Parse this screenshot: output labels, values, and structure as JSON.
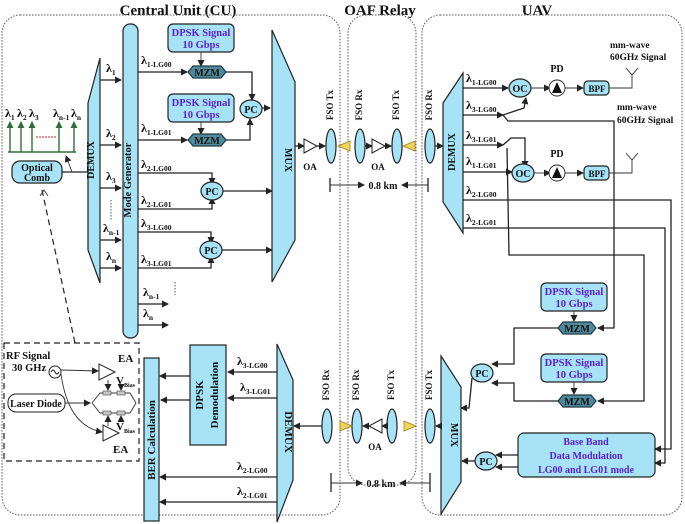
{
  "sections": {
    "cu": "Central Unit (CU)",
    "relay": "OAF Relay",
    "uav": "UAV"
  },
  "cu": {
    "optical_comb": [
      "Optical",
      "Comb"
    ],
    "comb_lines": [
      "λ1",
      "λ2",
      "λ3",
      "λn-1",
      "λn"
    ],
    "comb_labels": {
      "l1": "λ",
      "s1": "1",
      "l2": "λ",
      "s2": "2",
      "l3": "λ",
      "s3": "3",
      "ln1": "λ",
      "sn1": "n-1",
      "ln": "λ",
      "sn": "n"
    },
    "demux": "DEMUX",
    "mode_generator": "Mode Generator",
    "demux_out": [
      {
        "l": "λ",
        "s": "1"
      },
      {
        "l": "λ",
        "s": "2"
      },
      {
        "l": "λ",
        "s": "3"
      },
      {
        "l": "λ",
        "s": "n-1"
      },
      {
        "l": "λ",
        "s": "n"
      }
    ],
    "mg_out": [
      {
        "l": "λ",
        "s": "1-LG00"
      },
      {
        "l": "λ",
        "s": "1-LG01"
      },
      {
        "l": "λ",
        "s": "2-LG00"
      },
      {
        "l": "λ",
        "s": "2-LG01"
      },
      {
        "l": "λ",
        "s": "3-LG00"
      },
      {
        "l": "λ",
        "s": "3-LG01"
      },
      {
        "l": "λ",
        "s": "n-1"
      },
      {
        "l": "λ",
        "s": "n"
      }
    ],
    "dpsk": [
      "DPSK Signal",
      "10 Gbps"
    ],
    "mzm": "MZM",
    "pc": "PC",
    "mux": "MUX",
    "oa": "OA",
    "fso_tx": "FSO Tx",
    "fso_rx": "FSO Rx",
    "rx_demux": "DEMUX",
    "dpsk_demod": [
      "DPSK",
      "Demodulation"
    ],
    "ber": "BER Calculation",
    "rx_out": [
      {
        "l": "λ",
        "s": "3-LG00"
      },
      {
        "l": "λ",
        "s": "3-LG01"
      },
      {
        "l": "λ",
        "s": "2-LG00"
      },
      {
        "l": "λ",
        "s": "2-LG01"
      }
    ],
    "inset": {
      "rf": [
        "RF Signal",
        "30 GHz"
      ],
      "laser": "Laser Diode",
      "ea": "EA",
      "vbias": "V",
      "bias_sub": "Bias"
    }
  },
  "relay": {
    "fso_rx": "FSO Rx",
    "fso_tx": "FSO Tx",
    "oa": "OA",
    "distance": "0.8 km"
  },
  "uav": {
    "fso_rx": "FSO Rx",
    "fso_tx": "FSO Tx",
    "demux": "DEMUX",
    "mux": "MUX",
    "demux_out": [
      {
        "l": "λ",
        "s": "1-LG00"
      },
      {
        "l": "λ",
        "s": "3-LG00"
      },
      {
        "l": "λ",
        "s": "3-LG01"
      },
      {
        "l": "λ",
        "s": "1-LG01"
      },
      {
        "l": "λ",
        "s": "2-LG00"
      },
      {
        "l": "λ",
        "s": "2-LG01"
      }
    ],
    "oc": "OC",
    "pd": "PD",
    "bpf": "BPF",
    "mmwave": [
      "mm-wave",
      "60GHz Signal"
    ],
    "dpsk": [
      "DPSK Signal",
      "10 Gbps"
    ],
    "mzm": "MZM",
    "pc": "PC",
    "baseband": [
      "Base Band",
      "Data Modulation",
      "LG00 and LG01 mode"
    ]
  }
}
